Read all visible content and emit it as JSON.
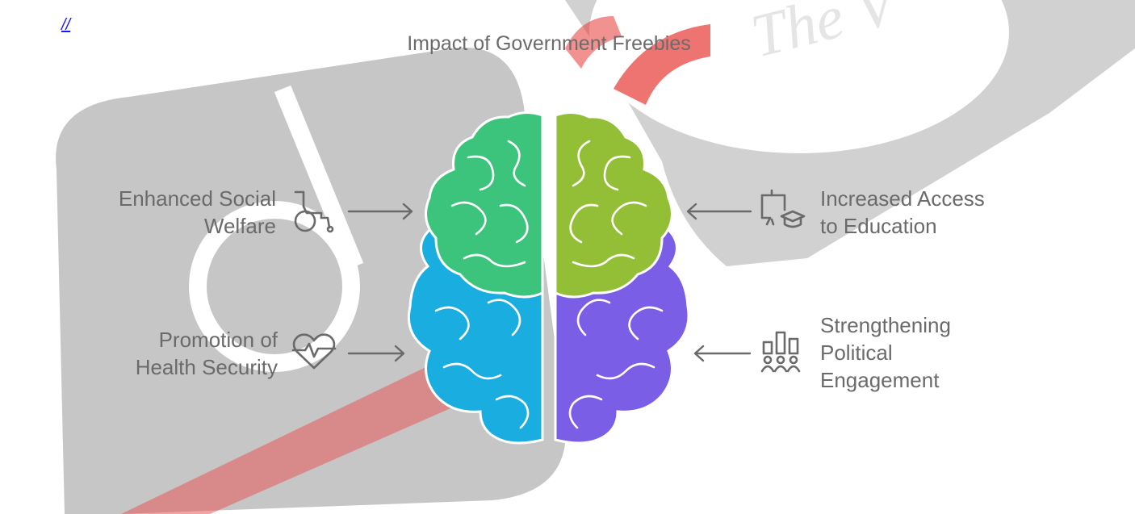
{
  "link": {
    "text": "//"
  },
  "title": "Impact of Government Freebies",
  "items": {
    "social_welfare": {
      "line1": "Enhanced Social",
      "line2": "Welfare",
      "icon": "wheelchair-icon"
    },
    "health_security": {
      "line1": "Promotion of",
      "line2": "Health Security",
      "icon": "heartbeat-icon"
    },
    "education": {
      "line1": "Increased Access",
      "line2": "to Education",
      "icon": "graduation-icon"
    },
    "political": {
      "line1": "Strengthening",
      "line2": "Political",
      "line3": "Engagement",
      "icon": "voting-chart-icon"
    }
  },
  "watermark": {
    "text": "The V"
  },
  "colors": {
    "brain_left_top": "#3cc47c",
    "brain_right_top": "#92bf35",
    "brain_left_bottom": "#1aaee0",
    "brain_right_bottom": "#7a5ee6",
    "text": "#6a6a6a",
    "watermark_red": "#e53935",
    "watermark_gray": "#bdbdbd"
  }
}
